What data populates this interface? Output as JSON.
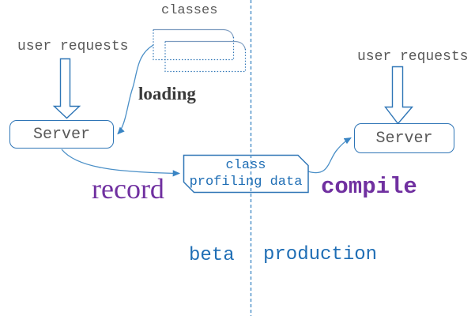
{
  "diagram": {
    "classes_label": "classes",
    "loading_label": "loading",
    "record_label": "record",
    "compile_label": "compile",
    "divider": {
      "beta_label": "beta",
      "production_label": "production"
    },
    "beta_side": {
      "user_requests_label": "user requests",
      "server_label": "Server"
    },
    "production_side": {
      "user_requests_label": "user requests",
      "server_label": "Server"
    },
    "profiling_box": {
      "line1": "class",
      "line2": "profiling data"
    },
    "colors": {
      "box_border": "#2E75B6",
      "connector_blue": "#4a8fc7",
      "divider_blue": "#4a8fc7",
      "note_top_edge": "#7d9cc0",
      "text_gray": "#595959",
      "text_blue": "#1f6eb5",
      "text_purple": "#7030A0",
      "loading_text": "#3a3a3a"
    }
  }
}
